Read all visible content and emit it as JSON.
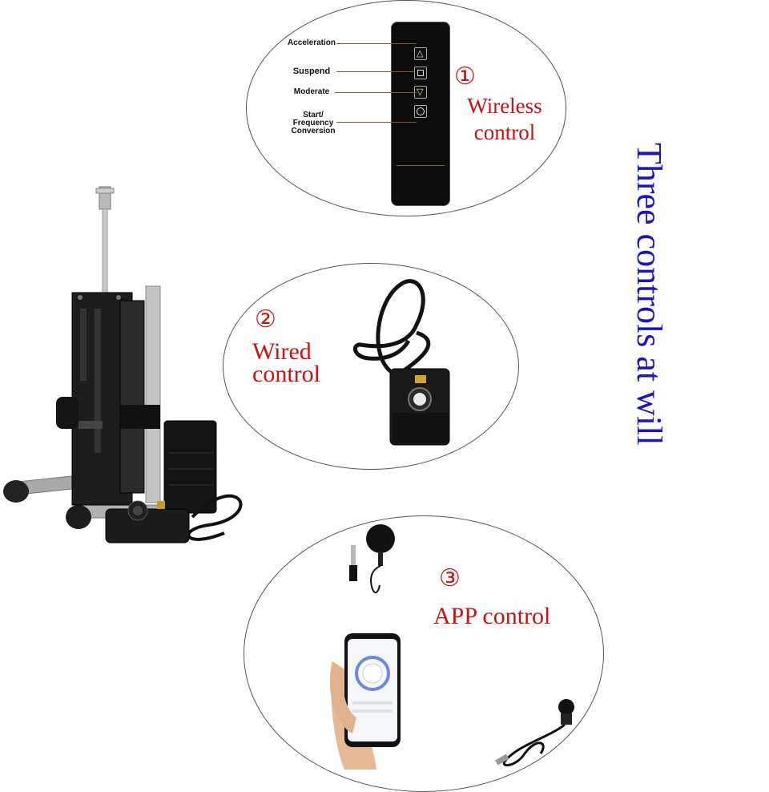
{
  "title": "Three controls at will",
  "wireless": {
    "number": "①",
    "label_line1": "Wireless",
    "label_line2": "control",
    "buttons": {
      "acceleration": "Acceleration",
      "suspend": "Suspend",
      "moderate": "Moderate",
      "start_line1": "Start/",
      "start_line2": "Frequency",
      "start_line3": "Conversion"
    }
  },
  "wired": {
    "number": "②",
    "label_line1": "Wired",
    "label_line2": "control"
  },
  "app": {
    "number": "③",
    "label": "APP control"
  },
  "colors": {
    "title": "#1a14c4",
    "accent_red": "#cc1111"
  }
}
